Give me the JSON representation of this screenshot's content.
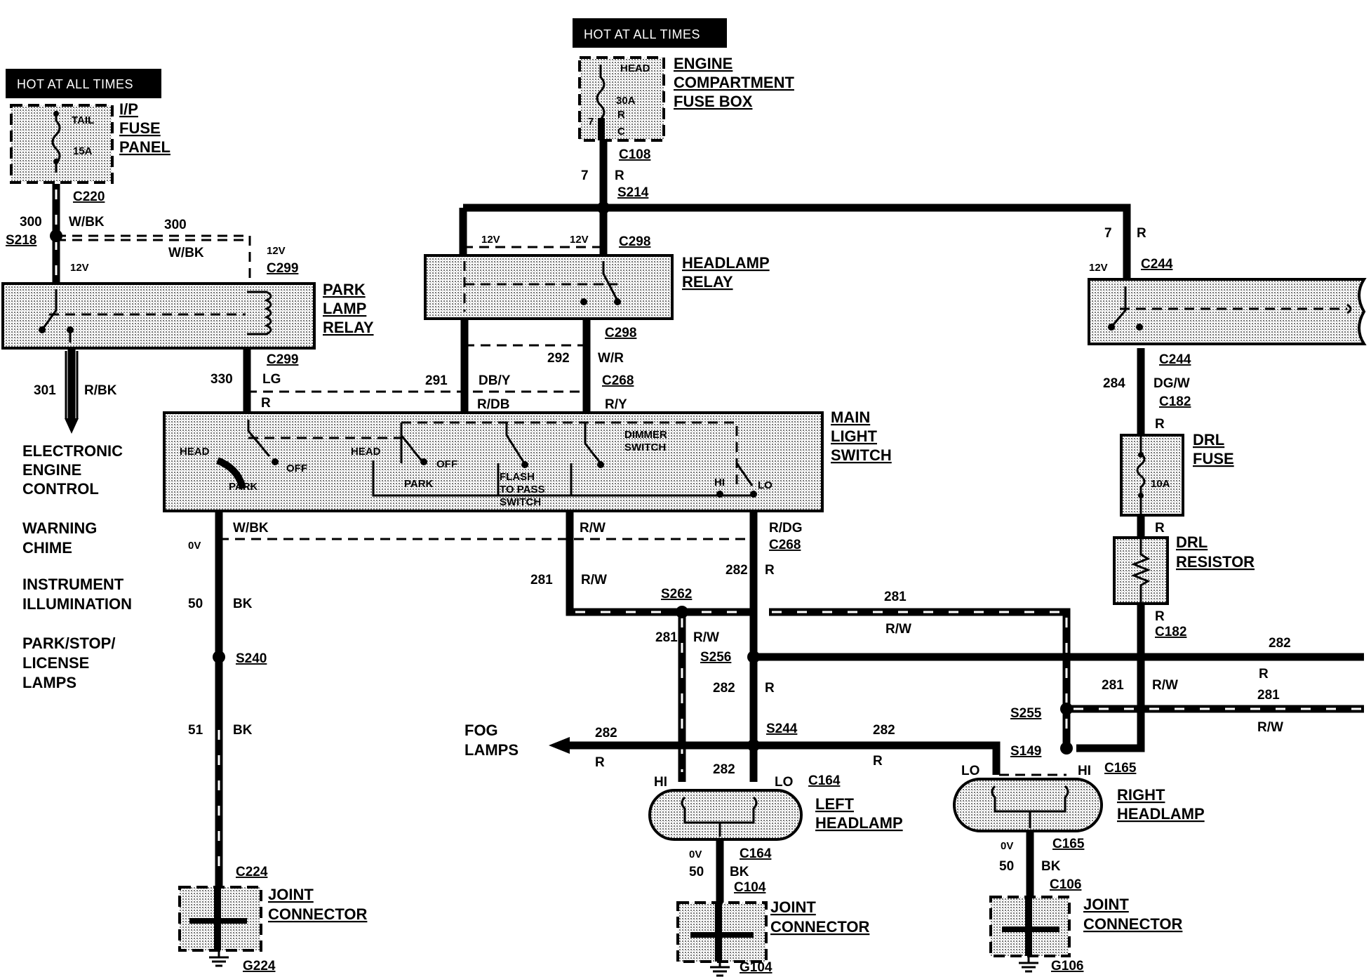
{
  "hot_label": "HOT AT ALL TIMES",
  "components": {
    "ip_fuse_panel": [
      "I/P",
      "FUSE",
      "PANEL"
    ],
    "ip_fuse_inner": [
      "TAIL",
      "15A"
    ],
    "engine_fuse_box": [
      "ENGINE",
      "COMPARTMENT",
      "FUSE BOX"
    ],
    "engine_fuse_inner": [
      "HEAD",
      "30A",
      "7",
      "R",
      "C"
    ],
    "park_lamp_relay": [
      "PARK",
      "LAMP",
      "RELAY"
    ],
    "headlamp_relay": [
      "HEADLAMP",
      "RELAY"
    ],
    "main_light_switch": [
      "MAIN",
      "LIGHT",
      "SWITCH"
    ],
    "switch_inner": [
      "HEAD",
      "OFF",
      "PARK",
      "HEAD",
      "OFF",
      "PARK",
      "FLASH",
      "TO PASS",
      "SWITCH",
      "DIMMER",
      "SWITCH",
      "HI",
      "LO"
    ],
    "drl_fuse": [
      "DRL",
      "FUSE"
    ],
    "drl_fuse_rating": "10A",
    "drl_resistor": [
      "DRL",
      "RESISTOR"
    ],
    "left_headlamp": [
      "LEFT",
      "HEADLAMP"
    ],
    "right_headlamp": [
      "RIGHT",
      "HEADLAMP"
    ],
    "joint_connector": [
      "JOINT",
      "CONNECTOR"
    ],
    "fog_lamps": [
      "FOG",
      "LAMPS"
    ]
  },
  "left_list": {
    "electronic_engine_control": [
      "ELECTRONIC",
      "ENGINE",
      "CONTROL"
    ],
    "warning_chime": [
      "WARNING",
      "CHIME"
    ],
    "instrument_illumination": [
      "INSTRUMENT",
      "ILLUMINATION"
    ],
    "park_stop_license": [
      "PARK/STOP/",
      "LICENSE",
      "LAMPS"
    ]
  },
  "connectors": {
    "c220": "C220",
    "c299a": "C299",
    "c299b": "C299",
    "c108": "C108",
    "c298a": "C298",
    "c298b": "C298",
    "c268a": "C268",
    "c268b": "C268",
    "c244a": "C244",
    "c244b": "C244",
    "c182a": "C182",
    "c182b": "C182",
    "c224": "C224",
    "c164a": "C164",
    "c164b": "C164",
    "c104": "C104",
    "c165a": "C165",
    "c165b": "C165",
    "c106": "C106"
  },
  "splices": {
    "s218": "S218",
    "s214": "S214",
    "s240": "S240",
    "s262": "S262",
    "s256": "S256",
    "s244": "S244",
    "s255": "S255",
    "s149": "S149"
  },
  "grounds": {
    "g224": "G224",
    "g104": "G104",
    "g106": "G106"
  },
  "circuits": {
    "n300": "300",
    "n7": "7",
    "n301": "301",
    "n330": "330",
    "n291": "291",
    "n292": "292",
    "n284": "284",
    "n50": "50",
    "n51": "51",
    "n281": "281",
    "n282": "282"
  },
  "colors": {
    "wbk": "W/BK",
    "r": "R",
    "rbk": "R/BK",
    "lg": "LG",
    "dby": "DB/Y",
    "wr": "W/R",
    "rdb": "R/DB",
    "ry": "R/Y",
    "dgw": "DG/W",
    "rw": "R/W",
    "rdg": "R/DG",
    "bk": "BK"
  },
  "voltages": {
    "v12": "12V",
    "v0": "0V"
  },
  "lamp_pins": {
    "hi": "HI",
    "lo": "LO"
  }
}
